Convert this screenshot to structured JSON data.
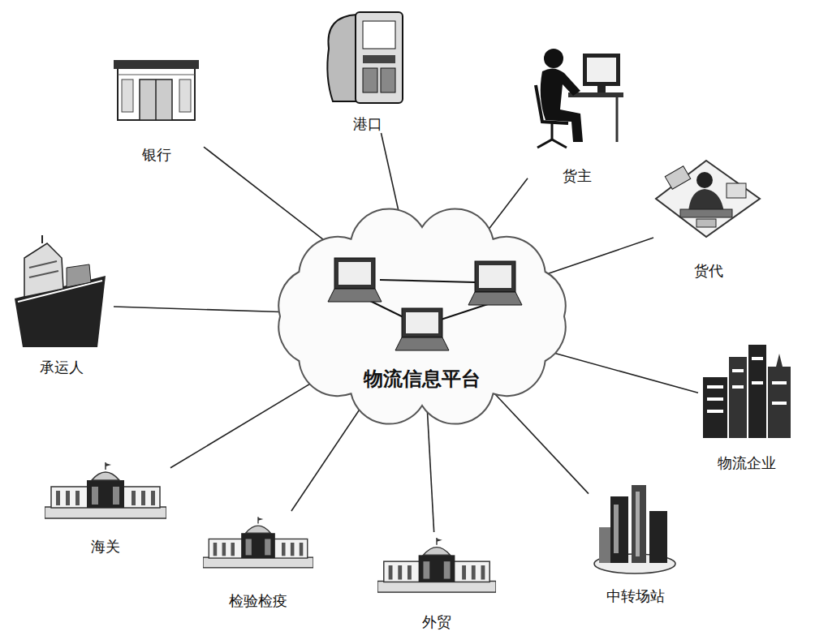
{
  "diagram": {
    "nodes": [
      {
        "text": [
          "物流信息平台"
        ]
      },
      {
        "text": [
          "港口"
        ]
      },
      {
        "text": [
          "货主"
        ]
      },
      {
        "text": [
          "银行"
        ]
      },
      {
        "text": [
          "货代"
        ]
      },
      {
        "text": [
          "承运人"
        ]
      },
      {
        "text": [
          "物流企业"
        ]
      },
      {
        "text": [
          "海关"
        ]
      },
      {
        "text": [
          "检验检疫"
        ]
      },
      {
        "text": [
          "中转场站"
        ]
      },
      {
        "text": [
          "外贸"
        ]
      }
    ],
    "edges": [
      {
        "from": 0,
        "to": 3,
        "arrow": "none"
      },
      {
        "from": 0,
        "to": 1,
        "arrow": "none"
      },
      {
        "from": 0,
        "to": 2,
        "arrow": "none"
      },
      {
        "from": 0,
        "to": 4,
        "arrow": "none"
      },
      {
        "from": 0,
        "to": 6,
        "arrow": "none"
      },
      {
        "from": 0,
        "to": 9,
        "arrow": "none"
      },
      {
        "from": 0,
        "to": 10,
        "arrow": "none"
      },
      {
        "from": 0,
        "to": 8,
        "arrow": "none"
      },
      {
        "from": 0,
        "to": 7,
        "arrow": "none"
      },
      {
        "from": 0,
        "to": 5,
        "arrow": "none"
      }
    ]
  }
}
